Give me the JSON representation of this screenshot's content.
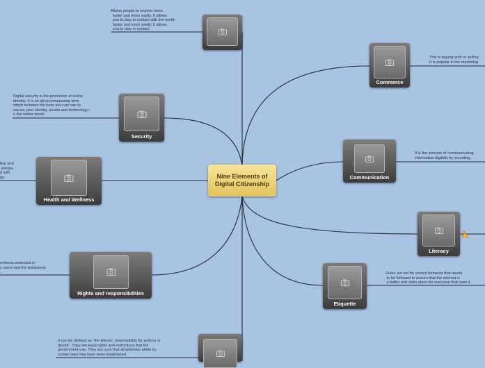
{
  "center": {
    "title": "Nine Elements of Digital Citizenship"
  },
  "branches": [
    {
      "label": "",
      "note": "Allows people to receive news\n  faster and more easily. It allows\n  you to stay in contact with the world.\n  faster and more easily. It allows\n  you to stay in contact"
    },
    {
      "label": "Commerce",
      "note": "This is buying and/ or selling\nIt is popular in the marketing"
    },
    {
      "label": "Security",
      "note": "Digital security is the protection of online\nidentity. It is an all-encompassing term\nwhich includes the tools you can use to\nsecure your identity, assets and technology i\nn the online world."
    },
    {
      "label": "Communication",
      "note": "It is the process of communicating\ninformation digitally by encoding."
    },
    {
      "label": "Health and Wellness",
      "note": "fely and\n always\nd with\ngy."
    },
    {
      "label": "Literacy",
      "note": ""
    },
    {
      "label": "Rights and responsibilities",
      "note": "eedoms extended to\ny users and the behavioral\n."
    },
    {
      "label": "Etiquette",
      "note": "Rules are set for correct behavior that needs\n to be followed to ensure that the internet is\n a better and safer place for everyone that uses it."
    },
    {
      "label": "",
      "note": "It can be defined as \"the Electric responsibility for actions or\ndeeds\". They are legal rights and restrictions that the\ngovernment use. They are sure that all websites abide by\ncertain laws that have been established."
    }
  ],
  "colors": {
    "background": "#a9c3e3",
    "line": "#1f2a38",
    "center_fill": "#f2dc86",
    "card": "#4a4a4a"
  },
  "icons": {
    "thumbnail": "camera-icon",
    "literacy_marker": "hand-pointer-icon"
  }
}
